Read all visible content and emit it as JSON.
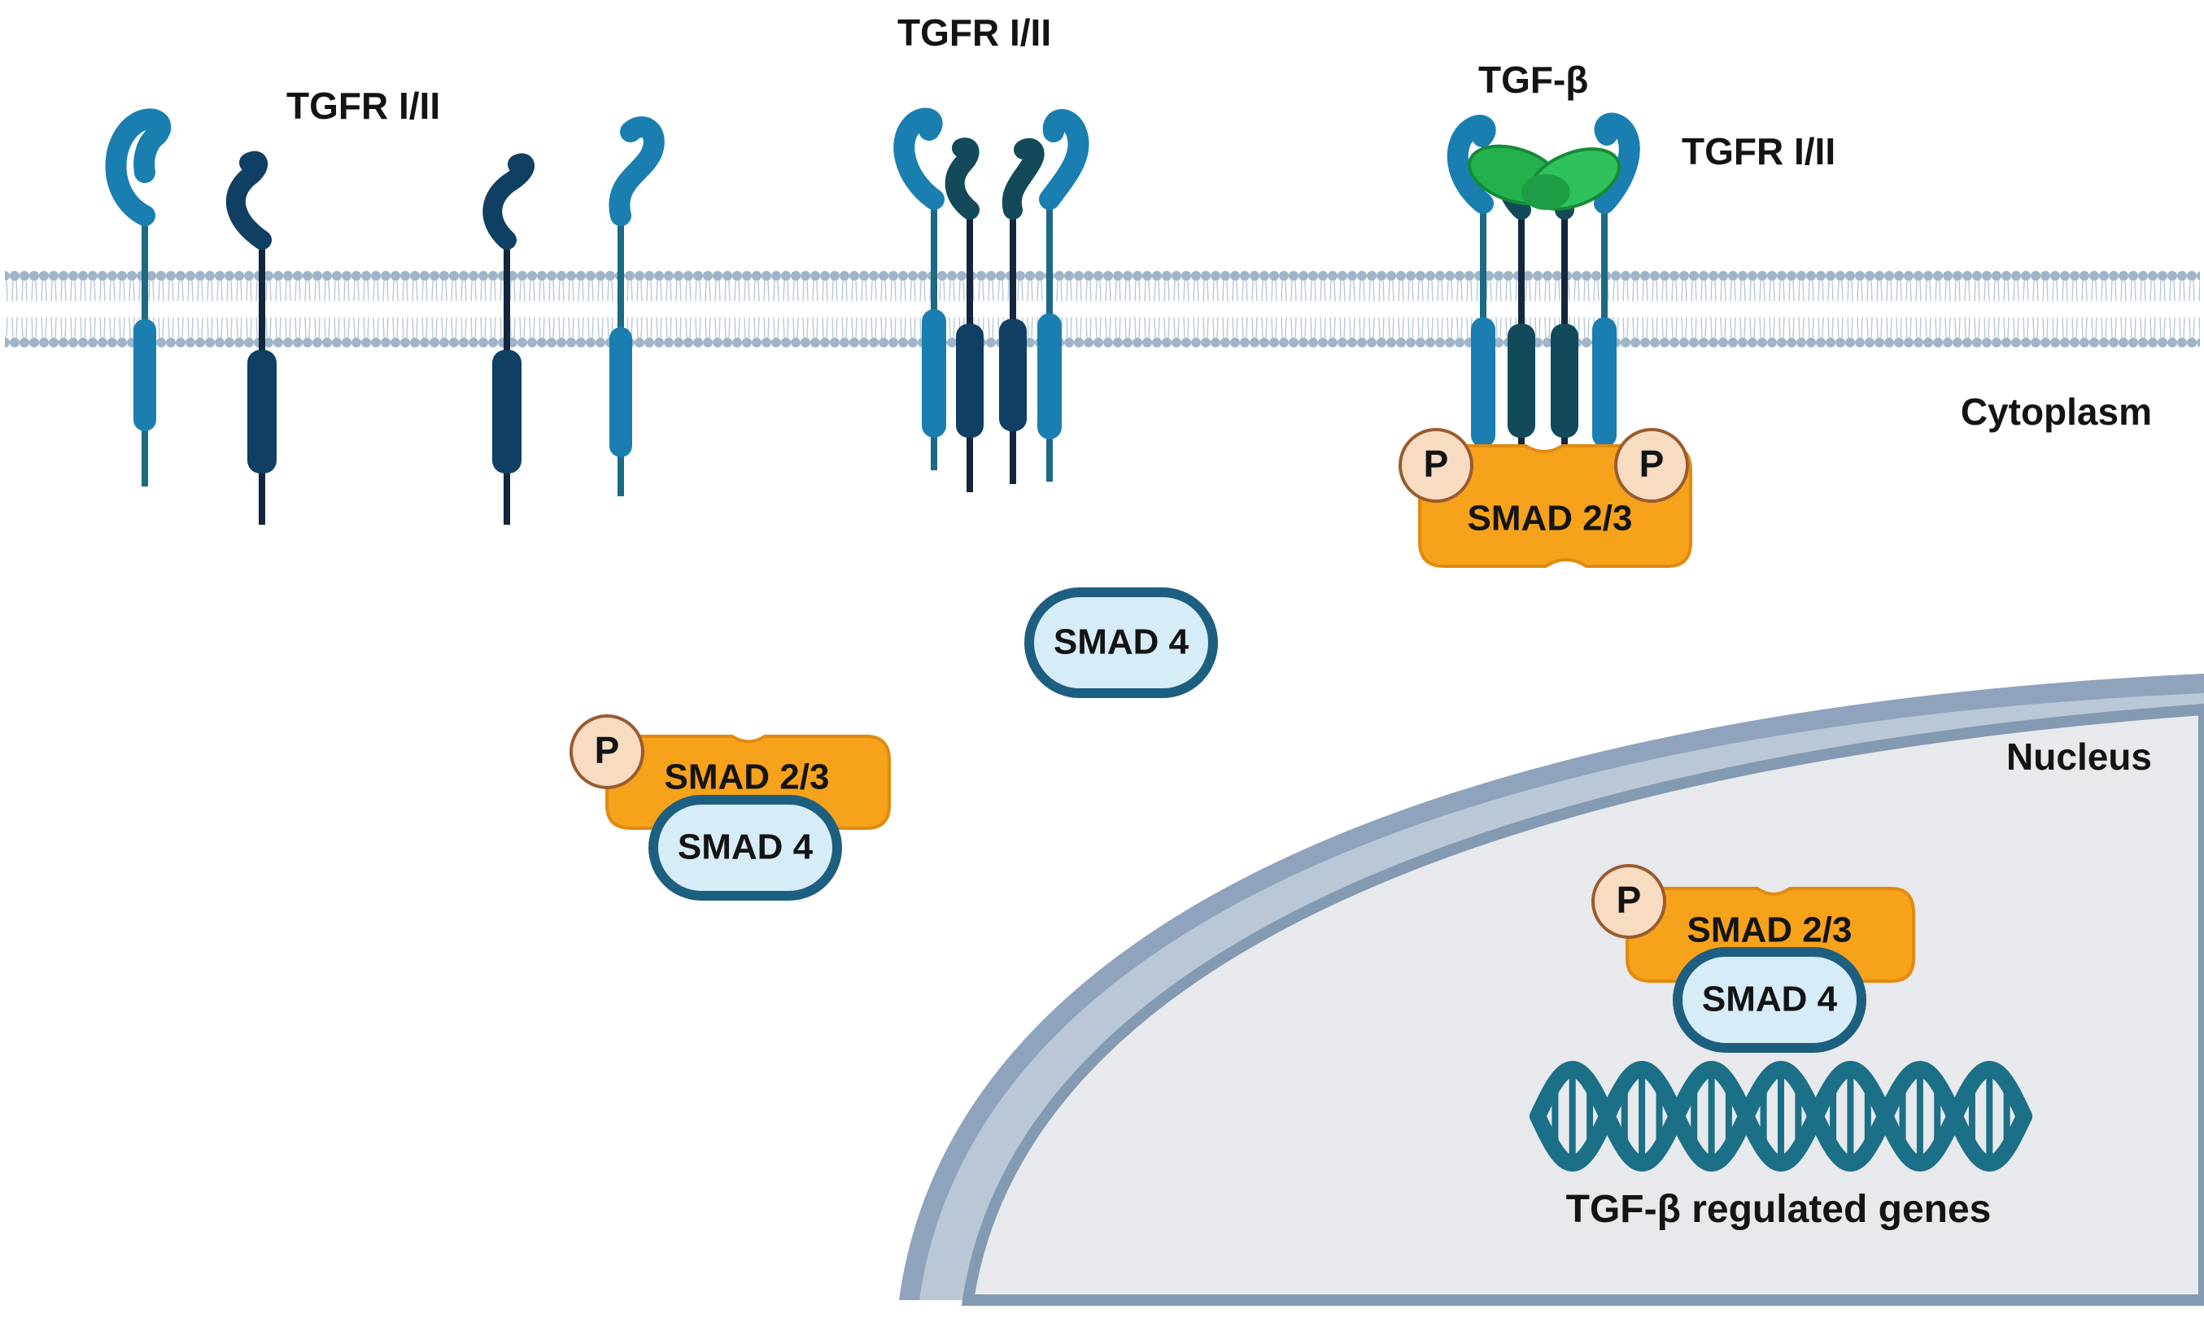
{
  "labels": {
    "receptor_left": "TGFR I/II",
    "receptor_middle": "TGFR I/II",
    "receptor_right": "TGFR I/II",
    "ligand": "TGF-β",
    "cytoplasm": "Cytoplasm",
    "nucleus": "Nucleus",
    "genes": "TGF-β regulated genes"
  },
  "complexes": {
    "membrane_smad23": "SMAD 2/3",
    "membrane_p_left": "P",
    "membrane_p_right": "P",
    "free_smad4": "SMAD 4",
    "cyto_smad23": "SMAD 2/3",
    "cyto_smad4": "SMAD 4",
    "cyto_p": "P",
    "nuclear_smad23": "SMAD 2/3",
    "nuclear_smad4": "SMAD 4",
    "nuclear_p": "P"
  },
  "colors": {
    "receptor_type_i": "#1a7fb0",
    "receptor_type_ii": "#0f3f63",
    "receptor_type_ii_alt": "#134a5a",
    "ligand": "#22b14c",
    "smad23": "#f7a21b",
    "smad4_fill": "#d6ecf7",
    "smad4_stroke": "#1d5f80",
    "phosphate_fill": "#f7dcc2",
    "phosphate_stroke": "#9a5b2e",
    "membrane": "#9fb4c8",
    "nucleus_fill": "#e7e9ec",
    "nuclear_envelope": "#8499b2",
    "dna": "#1b6f86"
  }
}
